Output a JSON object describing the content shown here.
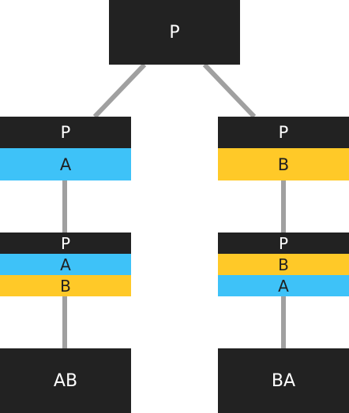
{
  "colors": {
    "node_dark": "#222222",
    "layer_a": "#3ec2f8",
    "layer_b": "#ffc928",
    "connector": "#a0a0a0",
    "text_light": "#ffffff",
    "text_dark": "#1f1f1f"
  },
  "root": {
    "label": "P"
  },
  "left_branch": {
    "level1": [
      "P",
      "A"
    ],
    "level2": [
      "P",
      "A",
      "B"
    ],
    "result": "AB"
  },
  "right_branch": {
    "level1": [
      "P",
      "B"
    ],
    "level2": [
      "P",
      "B",
      "A"
    ],
    "result": "BA"
  }
}
